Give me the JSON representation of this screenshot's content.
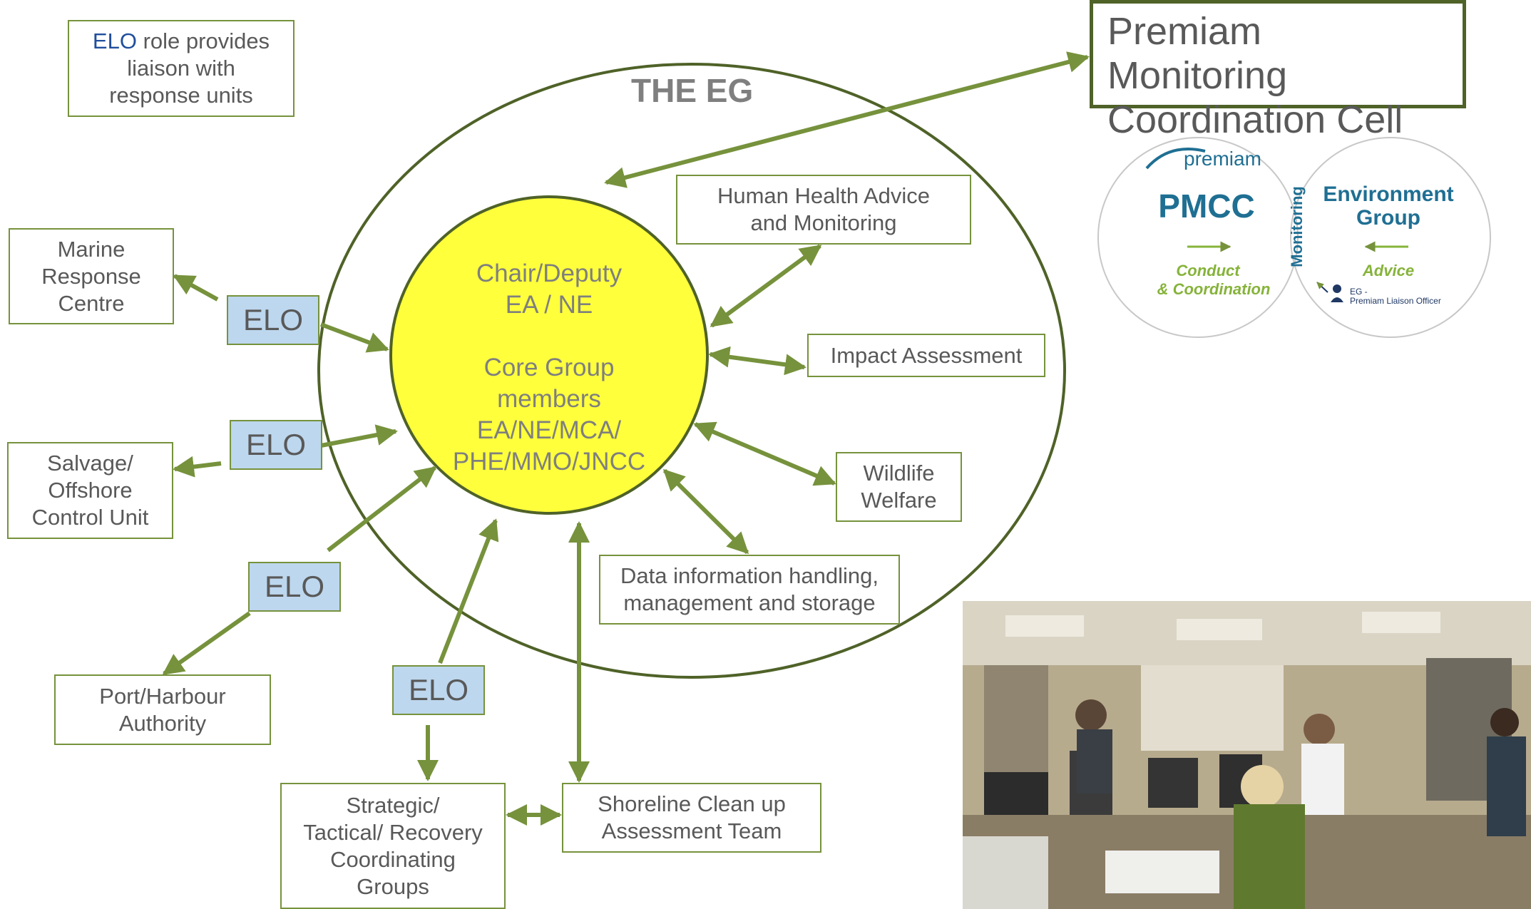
{
  "eg_title": "THE EG",
  "core": {
    "chair": "Chair/Deputy",
    "chair_orgs": "EA / NE",
    "core_group": "Core Group",
    "members": "members",
    "orgs_line1": "EA/NE/MCA/",
    "orgs_line2": "PHE/MMO/JNCC"
  },
  "elo_note": {
    "elo": "ELO",
    "rest_line1": "role provides",
    "line2": "liaison with",
    "line3": "response units"
  },
  "elo_label": "ELO",
  "left_boxes": {
    "marine": [
      "Marine",
      "Response",
      "Centre"
    ],
    "salvage": [
      "Salvage/",
      "Offshore",
      "Control Unit"
    ],
    "port": [
      "Port/Harbour",
      "Authority"
    ],
    "strategic": [
      "Strategic/",
      "Tactical/ Recovery",
      "Coordinating",
      "Groups"
    ],
    "shoreline": [
      "Shoreline Clean up",
      "Assessment Team"
    ]
  },
  "right_boxes": {
    "health": [
      "Human Health Advice",
      "and Monitoring"
    ],
    "impact": [
      "Impact Assessment"
    ],
    "wildlife": [
      "Wildlife",
      "Welfare"
    ],
    "data": [
      "Data information handling,",
      "management and storage"
    ]
  },
  "pmcc_title": [
    "Premiam Monitoring",
    "Coordination Cell"
  ],
  "venn": {
    "logo": "premiam",
    "pmcc": "PMCC",
    "conduct": [
      "Conduct",
      "& Coordination"
    ],
    "monitoring": "Monitoring",
    "env_group": [
      "Environment",
      "Group"
    ],
    "advice": "Advice",
    "liaison": [
      "EG -",
      "Premiam Liaison Officer"
    ]
  },
  "colors": {
    "green": "#76923c",
    "dark_green": "#4f6228",
    "core_fill": "#ffff3c",
    "elo_fill": "#bdd7ee",
    "text_grey": "#595959",
    "pmcc_blue": "#1f6f93",
    "venn_green": "#86b33a"
  }
}
